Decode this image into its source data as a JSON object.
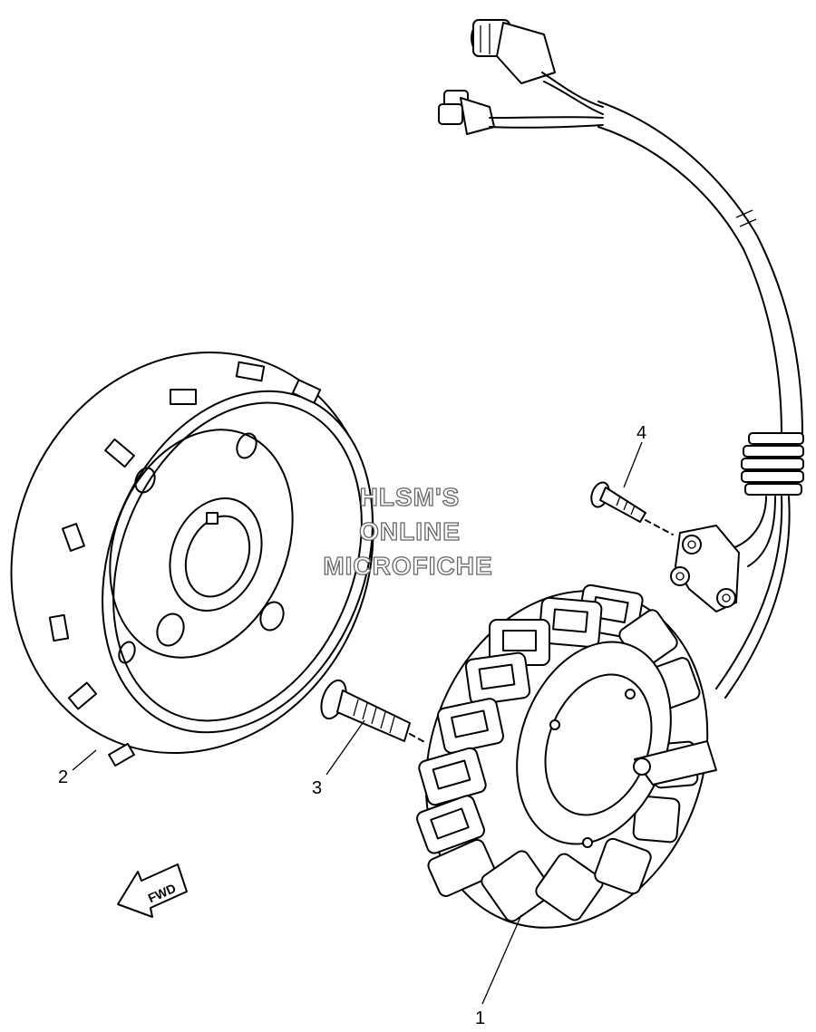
{
  "callouts": [
    {
      "id": "1",
      "label": "1"
    },
    {
      "id": "2",
      "label": "2"
    },
    {
      "id": "3",
      "label": "3"
    },
    {
      "id": "4",
      "label": "4"
    }
  ],
  "watermark": {
    "line1": "HLSM'S",
    "line2": "ONLINE",
    "line3": "MICROFICHE"
  },
  "direction_badge": "FWD"
}
